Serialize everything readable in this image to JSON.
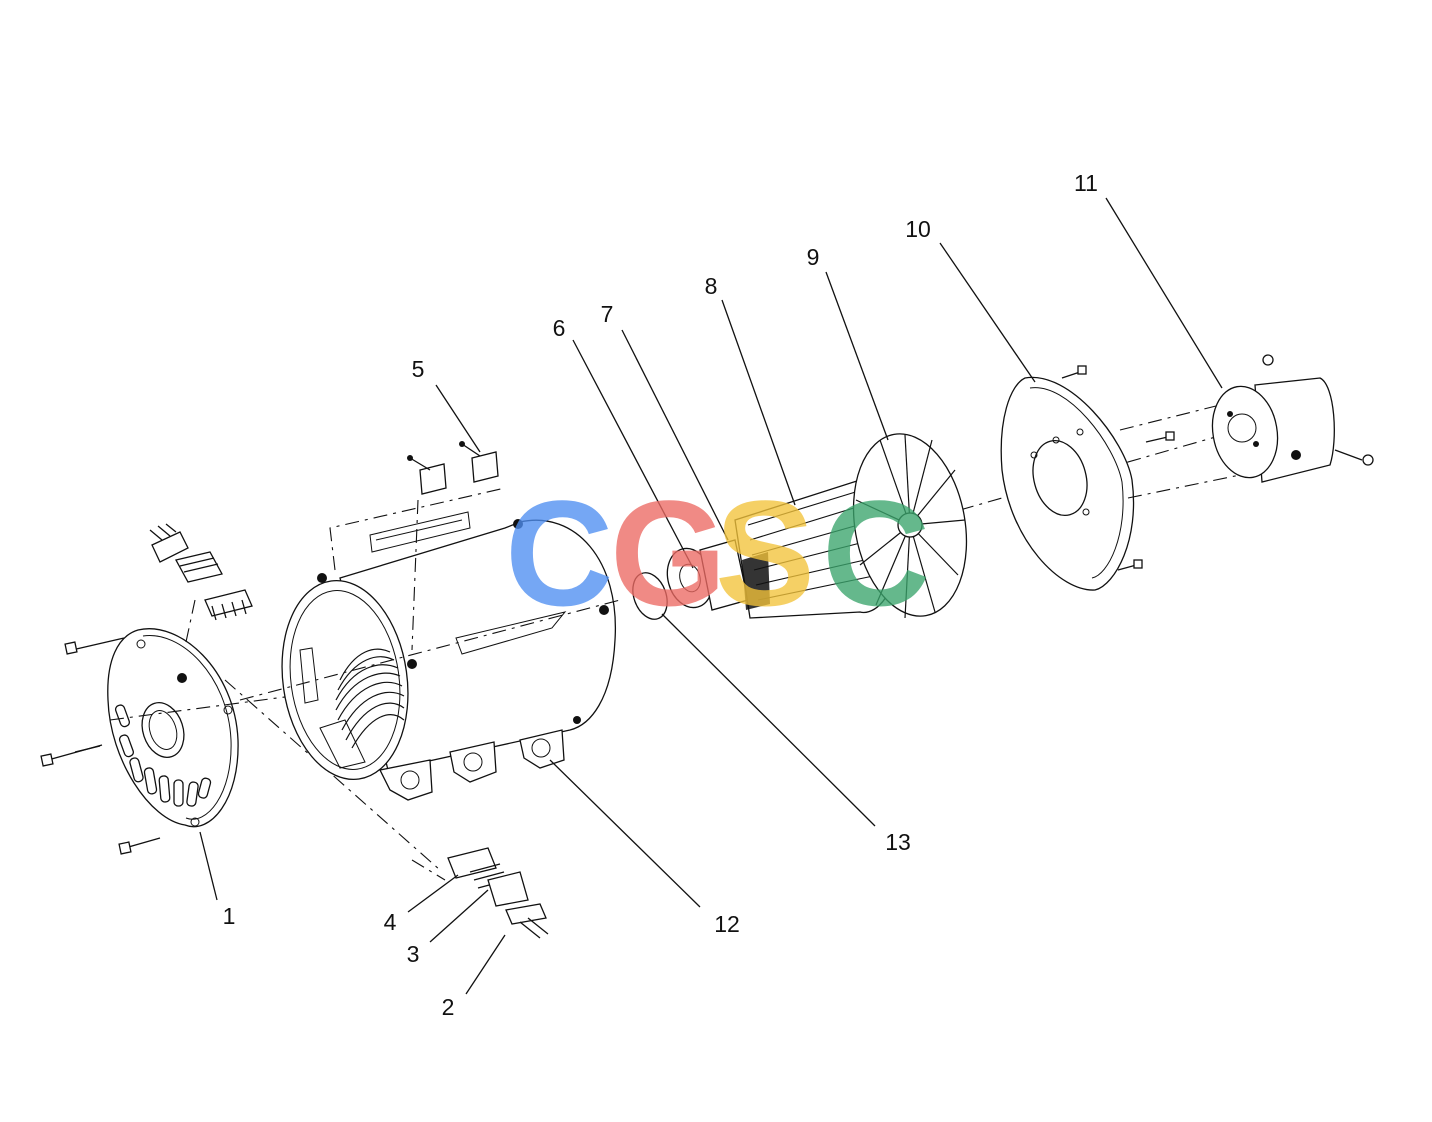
{
  "diagram": {
    "part_labels": [
      {
        "id": "p1",
        "text": "1"
      },
      {
        "id": "p2",
        "text": "2"
      },
      {
        "id": "p3",
        "text": "3"
      },
      {
        "id": "p4",
        "text": "4"
      },
      {
        "id": "p5",
        "text": "5"
      },
      {
        "id": "p6",
        "text": "6"
      },
      {
        "id": "p7",
        "text": "7"
      },
      {
        "id": "p8",
        "text": "8"
      },
      {
        "id": "p9",
        "text": "9"
      },
      {
        "id": "p10",
        "text": "10"
      },
      {
        "id": "p11",
        "text": "11"
      },
      {
        "id": "p12",
        "text": "12"
      },
      {
        "id": "p13",
        "text": "13"
      }
    ]
  },
  "watermark": {
    "letters": [
      "C",
      "G",
      "S",
      "C"
    ],
    "colors": [
      "#4f8ff2",
      "#ec6a63",
      "#f3c33a",
      "#3aa56c"
    ]
  }
}
